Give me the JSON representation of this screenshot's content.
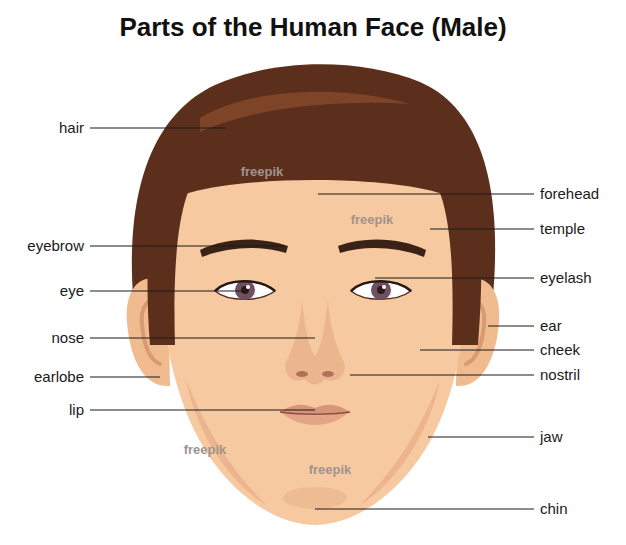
{
  "diagram": {
    "title": "Parts of the Human Face (Male)",
    "labels": [
      "hair",
      "eyebrow",
      "eye",
      "nose",
      "earlobe",
      "lip",
      "forehead",
      "temple",
      "eyelash",
      "ear",
      "cheek",
      "nostril",
      "jaw",
      "chin",
      "freepik",
      "freepik",
      "freepik",
      "freepik"
    ]
  }
}
